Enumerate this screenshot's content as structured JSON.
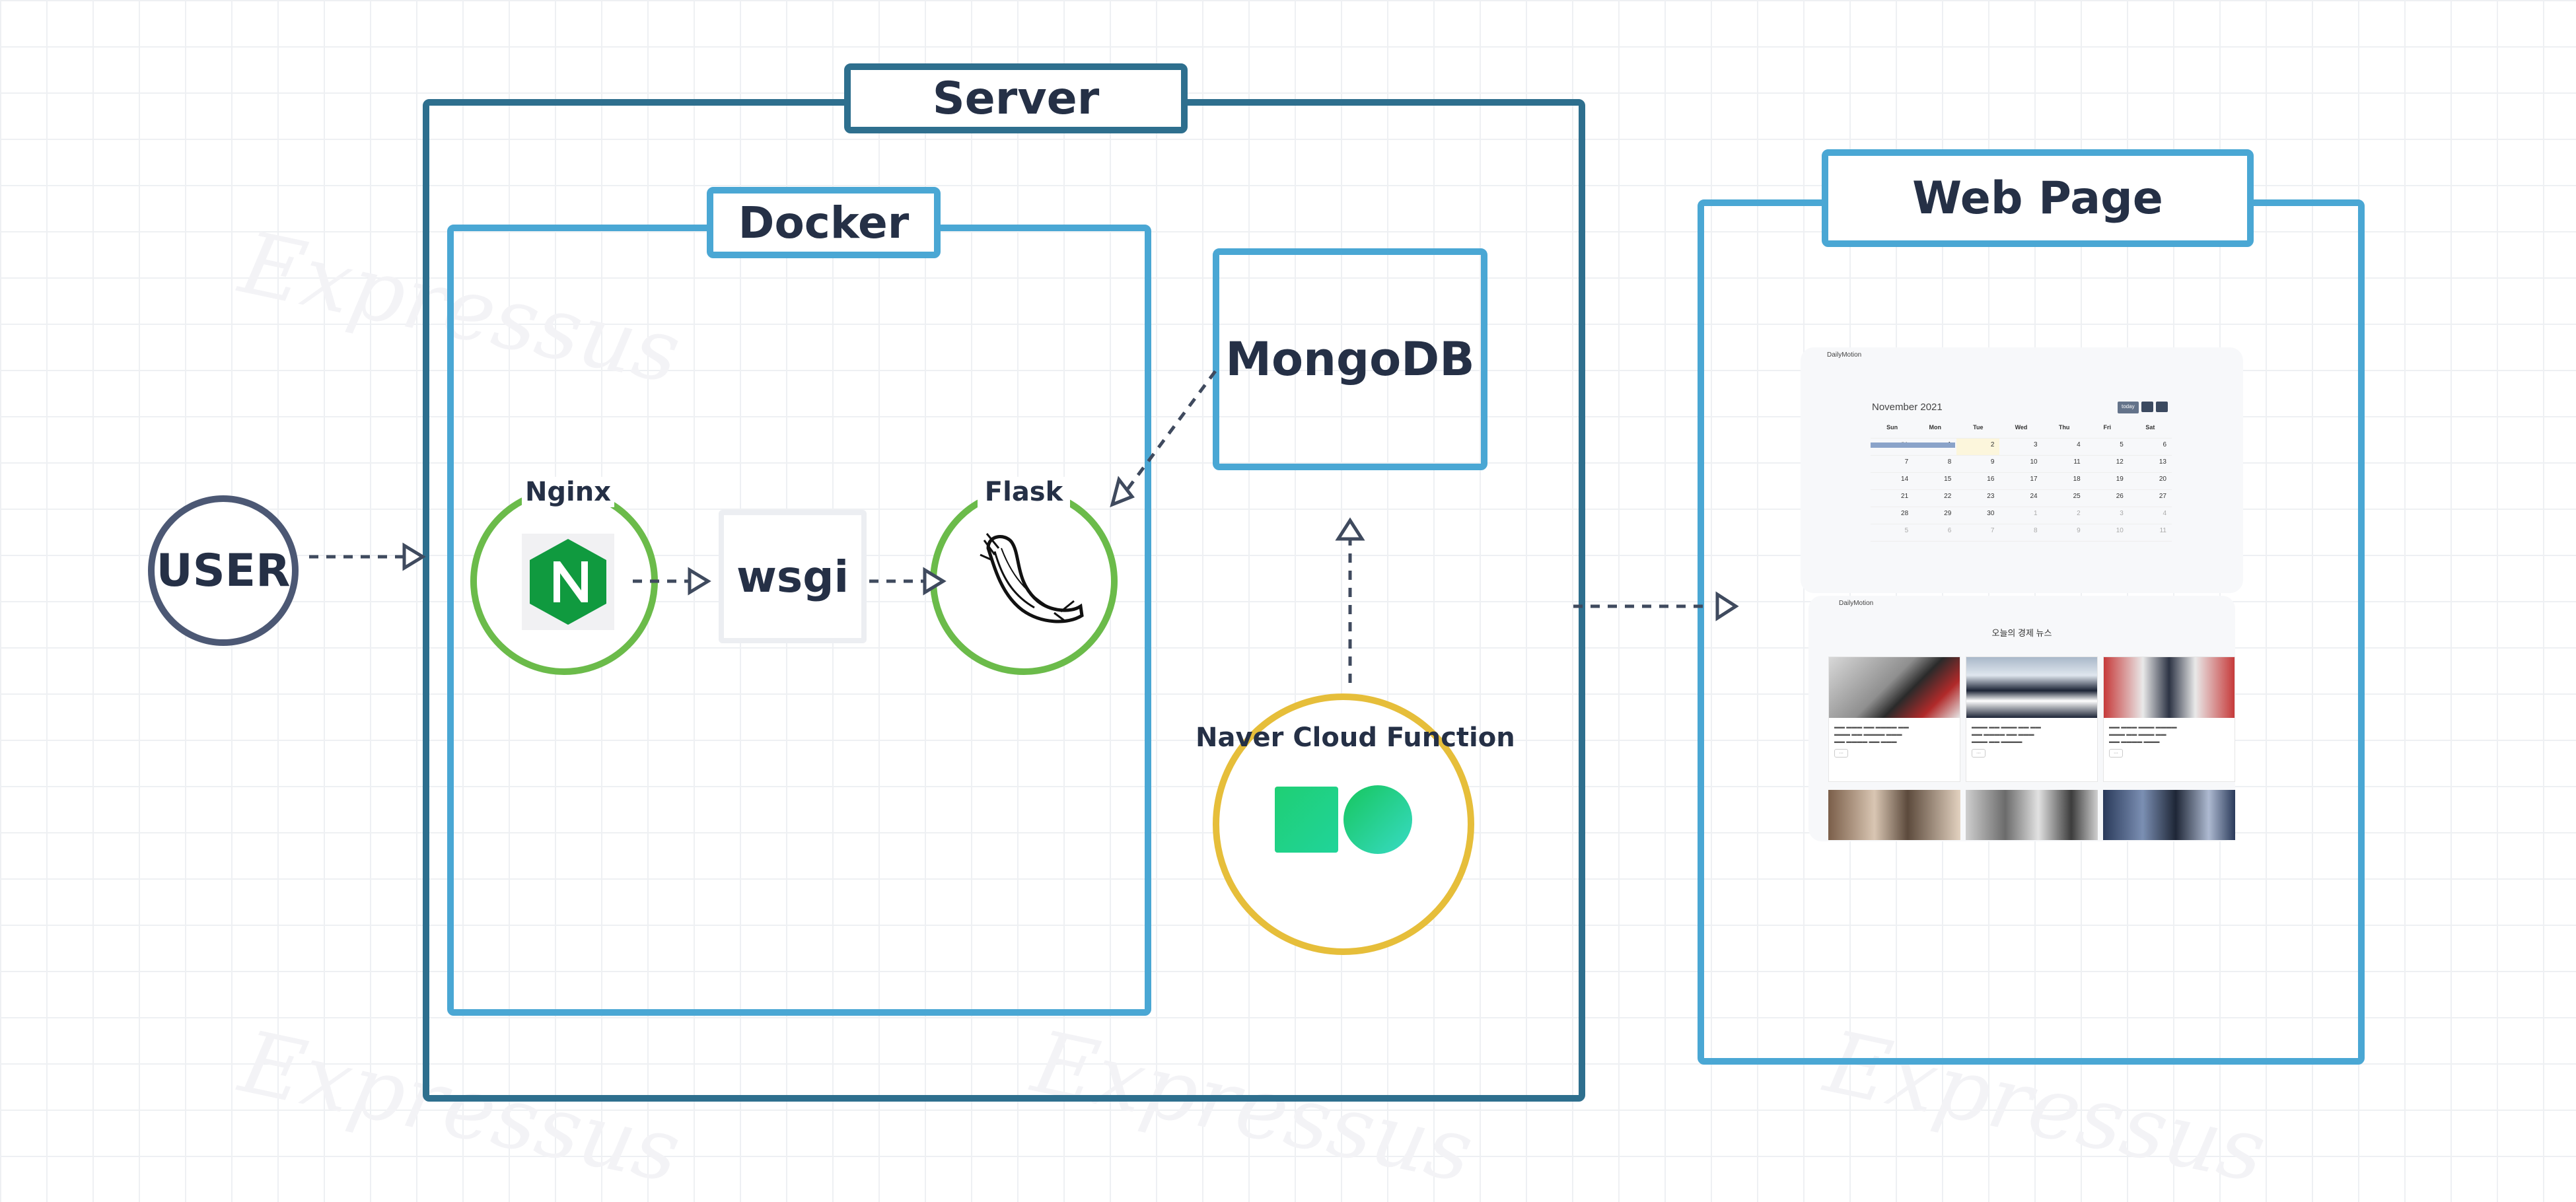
{
  "watermark": "Expressus",
  "user": {
    "label": "USER"
  },
  "server": {
    "title": "Server"
  },
  "docker": {
    "title": "Docker"
  },
  "nginx": {
    "label": "Nginx",
    "icon": "nginx-logo-icon"
  },
  "wsgi": {
    "label": "wsgi"
  },
  "flask": {
    "label": "Flask",
    "icon": "flask-horn-icon"
  },
  "mongodb": {
    "label": "MongoDB"
  },
  "naver": {
    "label": "Naver Cloud Function"
  },
  "webpage": {
    "title": "Web Page",
    "calendar": {
      "brand": "DailyMotion",
      "month": "November 2021",
      "today_btn": "today",
      "weekdays": [
        "Sun",
        "Mon",
        "Tue",
        "Wed",
        "Thu",
        "Fri",
        "Sat"
      ],
      "rows": [
        [
          "31",
          "1",
          "2",
          "3",
          "4",
          "5",
          "6"
        ],
        [
          "7",
          "8",
          "9",
          "10",
          "11",
          "12",
          "13"
        ],
        [
          "14",
          "15",
          "16",
          "17",
          "18",
          "19",
          "20"
        ],
        [
          "21",
          "22",
          "23",
          "24",
          "25",
          "26",
          "27"
        ],
        [
          "28",
          "29",
          "30",
          "1",
          "2",
          "3",
          "4"
        ],
        [
          "5",
          "6",
          "7",
          "8",
          "9",
          "10",
          "11"
        ]
      ]
    },
    "news": {
      "brand": "DailyMotion",
      "heading": "오늘의 경제 뉴스"
    }
  },
  "colors": {
    "server_border": "#2e6f8e",
    "blue_border": "#4aa7d4",
    "green_ring": "#6bbb4a",
    "yellow_ring": "#e6be3a",
    "user_ring": "#4c5874",
    "arrow": "#3f4a5e"
  }
}
